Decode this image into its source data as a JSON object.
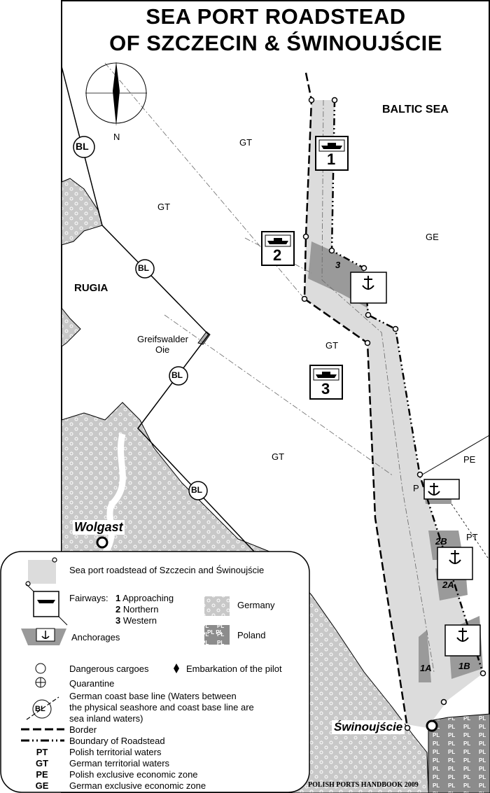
{
  "title": {
    "line1": "SEA  PORT ROADSTEAD",
    "line2": "OF SZCZECIN & ŚWINOUJŚCIE"
  },
  "compass": {
    "label": "N"
  },
  "places": {
    "baltic_sea": "BALTIC SEA",
    "rugia": "RUGIA",
    "greifswalder_line1": "Greifswalder",
    "greifswalder_line2": "Oie",
    "wolgast": "Wolgast",
    "swinoujscie": "Świnoujście"
  },
  "zone_codes": [
    "GT",
    "GT",
    "GT",
    "GT",
    "GE",
    "PE",
    "PT",
    "P"
  ],
  "baseline_marker": "BL",
  "fairway_signs": [
    "1",
    "2",
    "3"
  ],
  "anchorage_labels": [
    "3",
    "2B",
    "2A",
    "1A",
    "1B"
  ],
  "legend": {
    "roadstead": "Sea port roadstead of Szczecin and Świnoujście",
    "fairways_label": "Fairways:",
    "fairways": [
      {
        "num": "1",
        "name": "Approaching"
      },
      {
        "num": "2",
        "name": "Northern"
      },
      {
        "num": "3",
        "name": "Western"
      }
    ],
    "germany": "Germany",
    "poland": "Poland",
    "poland_pattern": "PL PL",
    "anchorages": "Anchorages",
    "dangerous_cargoes": "Dangerous cargoes",
    "pilot": "Embarkation of the pilot",
    "quarantine": "Quarantine",
    "baseline_line1": "German coast base line (Waters between",
    "baseline_line2": "the physical seashore and coast base line are",
    "baseline_line3": "sea inland waters)",
    "border": "Border",
    "boundary": "Boundary of Roadstead",
    "zones": [
      {
        "code": "PT",
        "name": "Polish territorial waters"
      },
      {
        "code": "GT",
        "name": "German territorial waters"
      },
      {
        "code": "PE",
        "name": "Polish exclusive economic zone"
      },
      {
        "code": "GE",
        "name": "German exclusive economic zone"
      }
    ]
  },
  "credit": "POLISH PORTS HANDBOOK 2009",
  "colors": {
    "roadstead": "#dcdcdc",
    "anchorage": "#9a9a9a",
    "germany_land": "#c8c8c8",
    "poland_land": "#8c8c8c",
    "ink": "#000000"
  }
}
